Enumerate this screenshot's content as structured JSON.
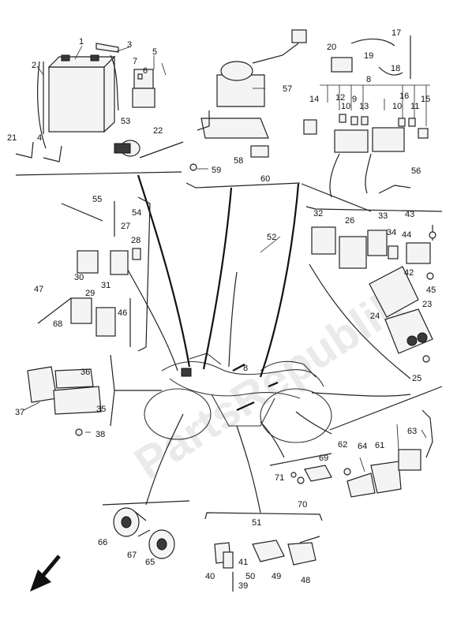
{
  "watermark": "PartsRepublik",
  "callouts": {
    "n1": "1",
    "n2": "2",
    "n3": "3",
    "n4": "4",
    "n5": "5",
    "n6": "6",
    "n7": "7",
    "n8a": "8",
    "n8b": "8",
    "n9": "9",
    "n10a": "10",
    "n10b": "10",
    "n11": "11",
    "n12": "12",
    "n13": "13",
    "n14": "14",
    "n15": "15",
    "n16": "16",
    "n17": "17",
    "n18": "18",
    "n19": "19",
    "n20": "20",
    "n21": "21",
    "n22": "22",
    "n23": "23",
    "n24": "24",
    "n25": "25",
    "n26": "26",
    "n27": "27",
    "n28": "28",
    "n29": "29",
    "n30": "30",
    "n31": "31",
    "n32": "32",
    "n33": "33",
    "n34": "34",
    "n35": "35",
    "n36": "36",
    "n37": "37",
    "n38": "38",
    "n39": "39",
    "n40": "40",
    "n41": "41",
    "n42": "42",
    "n43": "43",
    "n44": "44",
    "n45": "45",
    "n46": "46",
    "n47": "47",
    "n48": "48",
    "n49": "49",
    "n50": "50",
    "n51": "51",
    "n52": "52",
    "n53": "53",
    "n54": "54",
    "n55": "55",
    "n56": "56",
    "n57": "57",
    "n58": "58",
    "n59": "59",
    "n60": "60",
    "n61": "61",
    "n62": "62",
    "n63": "63",
    "n64": "64",
    "n65": "65",
    "n66": "66",
    "n67": "67",
    "n68": "68",
    "n69": "69",
    "n70": "70",
    "n71": "71"
  }
}
